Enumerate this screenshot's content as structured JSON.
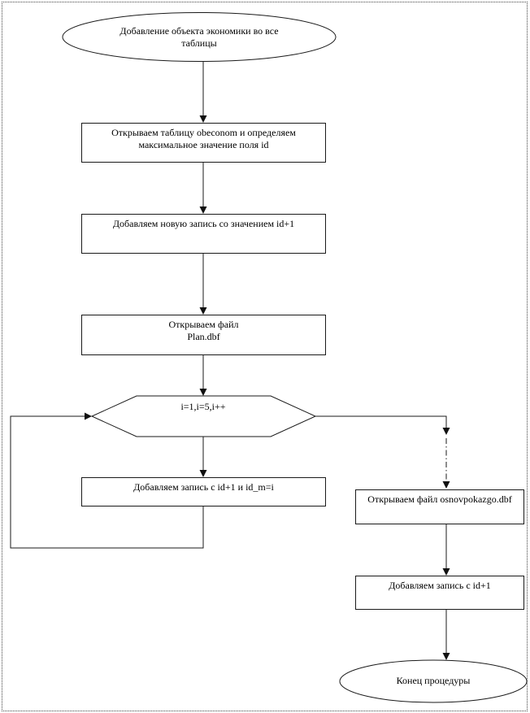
{
  "diagram": {
    "type": "flowchart",
    "language": "ru",
    "colors": {
      "line": "#1a1a1a",
      "background": "#ffffff",
      "page_border_dots": "#444444"
    },
    "nodes": {
      "start": {
        "shape": "ellipse",
        "label": "Добавление объекта экономики во все\nтаблицы"
      },
      "open_obeconom": {
        "shape": "process",
        "label": "Открываем таблицу obeconom и определяем\nмаксимальное значение поля id"
      },
      "add_new_record": {
        "shape": "process",
        "label": "Добавляем новую запись со значением id+1"
      },
      "open_plan": {
        "shape": "process",
        "label": "Открываем файл\nPlan.dbf"
      },
      "loop": {
        "shape": "hexagon",
        "label": "i=1,i=5,i++"
      },
      "add_record_idm": {
        "shape": "process",
        "label": "Добавляем запись с id+1 и id_m=i"
      },
      "open_osnovpokazgo": {
        "shape": "process",
        "label": "Открываем файл osnovpokazgo.dbf"
      },
      "add_record_id": {
        "shape": "process",
        "label": "Добавляем запись с id+1"
      },
      "end": {
        "shape": "ellipse",
        "label": "Конец процедуры"
      }
    },
    "edges": [
      {
        "from": "start",
        "to": "open_obeconom",
        "style": "solid"
      },
      {
        "from": "open_obeconom",
        "to": "add_new_record",
        "style": "solid"
      },
      {
        "from": "add_new_record",
        "to": "open_plan",
        "style": "solid"
      },
      {
        "from": "open_plan",
        "to": "loop",
        "style": "solid"
      },
      {
        "from": "loop",
        "to": "add_record_idm",
        "style": "solid"
      },
      {
        "from": "add_record_idm",
        "to": "loop",
        "style": "solid-loop-back"
      },
      {
        "from": "loop",
        "to": "open_osnovpokazgo",
        "style": "solid-then-dash-dot"
      },
      {
        "from": "open_osnovpokazgo",
        "to": "add_record_id",
        "style": "solid"
      },
      {
        "from": "add_record_id",
        "to": "end",
        "style": "solid"
      }
    ]
  }
}
